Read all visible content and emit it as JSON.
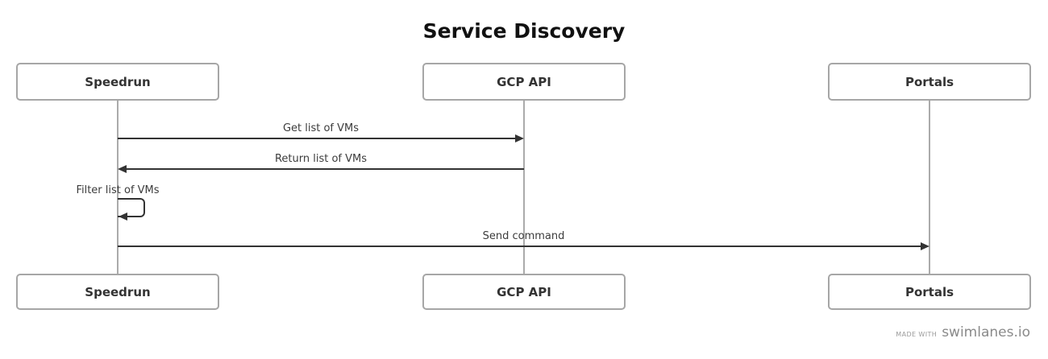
{
  "title": "Service Discovery",
  "actors": [
    {
      "name": "Speedrun"
    },
    {
      "name": "GCP API"
    },
    {
      "name": "Portals"
    }
  ],
  "messages": [
    {
      "label": "Get list of VMs",
      "from": "Speedrun",
      "to": "GCP API",
      "kind": "arrow-right"
    },
    {
      "label": "Return list of VMs",
      "from": "GCP API",
      "to": "Speedrun",
      "kind": "arrow-left"
    },
    {
      "label": "Filter list of VMs",
      "from": "Speedrun",
      "to": "Speedrun",
      "kind": "self-loop"
    },
    {
      "label": "Send command",
      "from": "Speedrun",
      "to": "Portals",
      "kind": "arrow-right"
    }
  ],
  "footer": {
    "made_with": "MADE WITH",
    "brand": "swimlanes.io"
  },
  "colors": {
    "arrow": "#333333",
    "lifeline": "#ababab",
    "box_border": "#a6a6a6",
    "title_text": "#111111",
    "label_text": "#3c3c3c",
    "footer_text": "#8a8a8a",
    "background": "#ffffff"
  }
}
